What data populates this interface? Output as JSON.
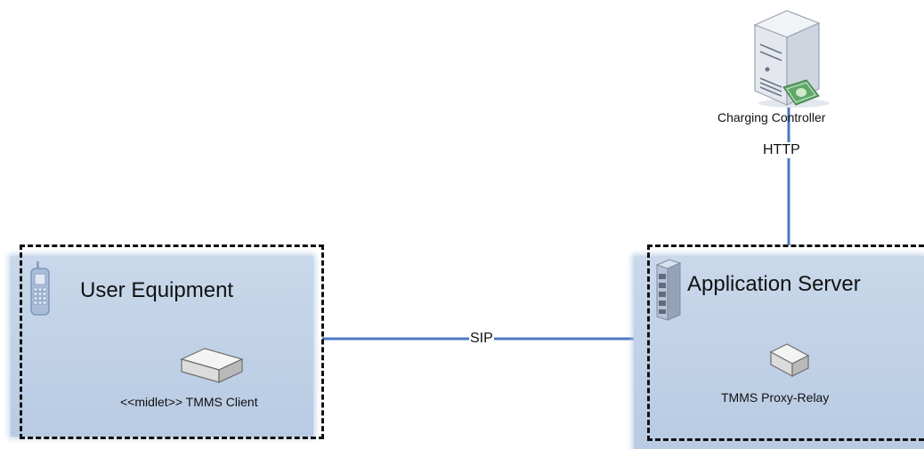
{
  "nodes": {
    "user_equipment": {
      "title": "User Equipment",
      "component": "<<midlet>> TMMS Client"
    },
    "application_server": {
      "title": "Application Server",
      "component": "TMMS Proxy-Relay"
    },
    "charging_controller": {
      "label": "Charging Controller"
    }
  },
  "edges": {
    "sip": {
      "label": "SIP"
    },
    "http": {
      "label": "HTTP"
    }
  },
  "colors": {
    "panel": "#c5d6ea",
    "connector": "#4a78c2",
    "border": "#111111"
  },
  "icons": [
    "mobile-phone-icon",
    "server-rack-icon",
    "component-box-icon",
    "server-tower-icon",
    "money-icon"
  ]
}
